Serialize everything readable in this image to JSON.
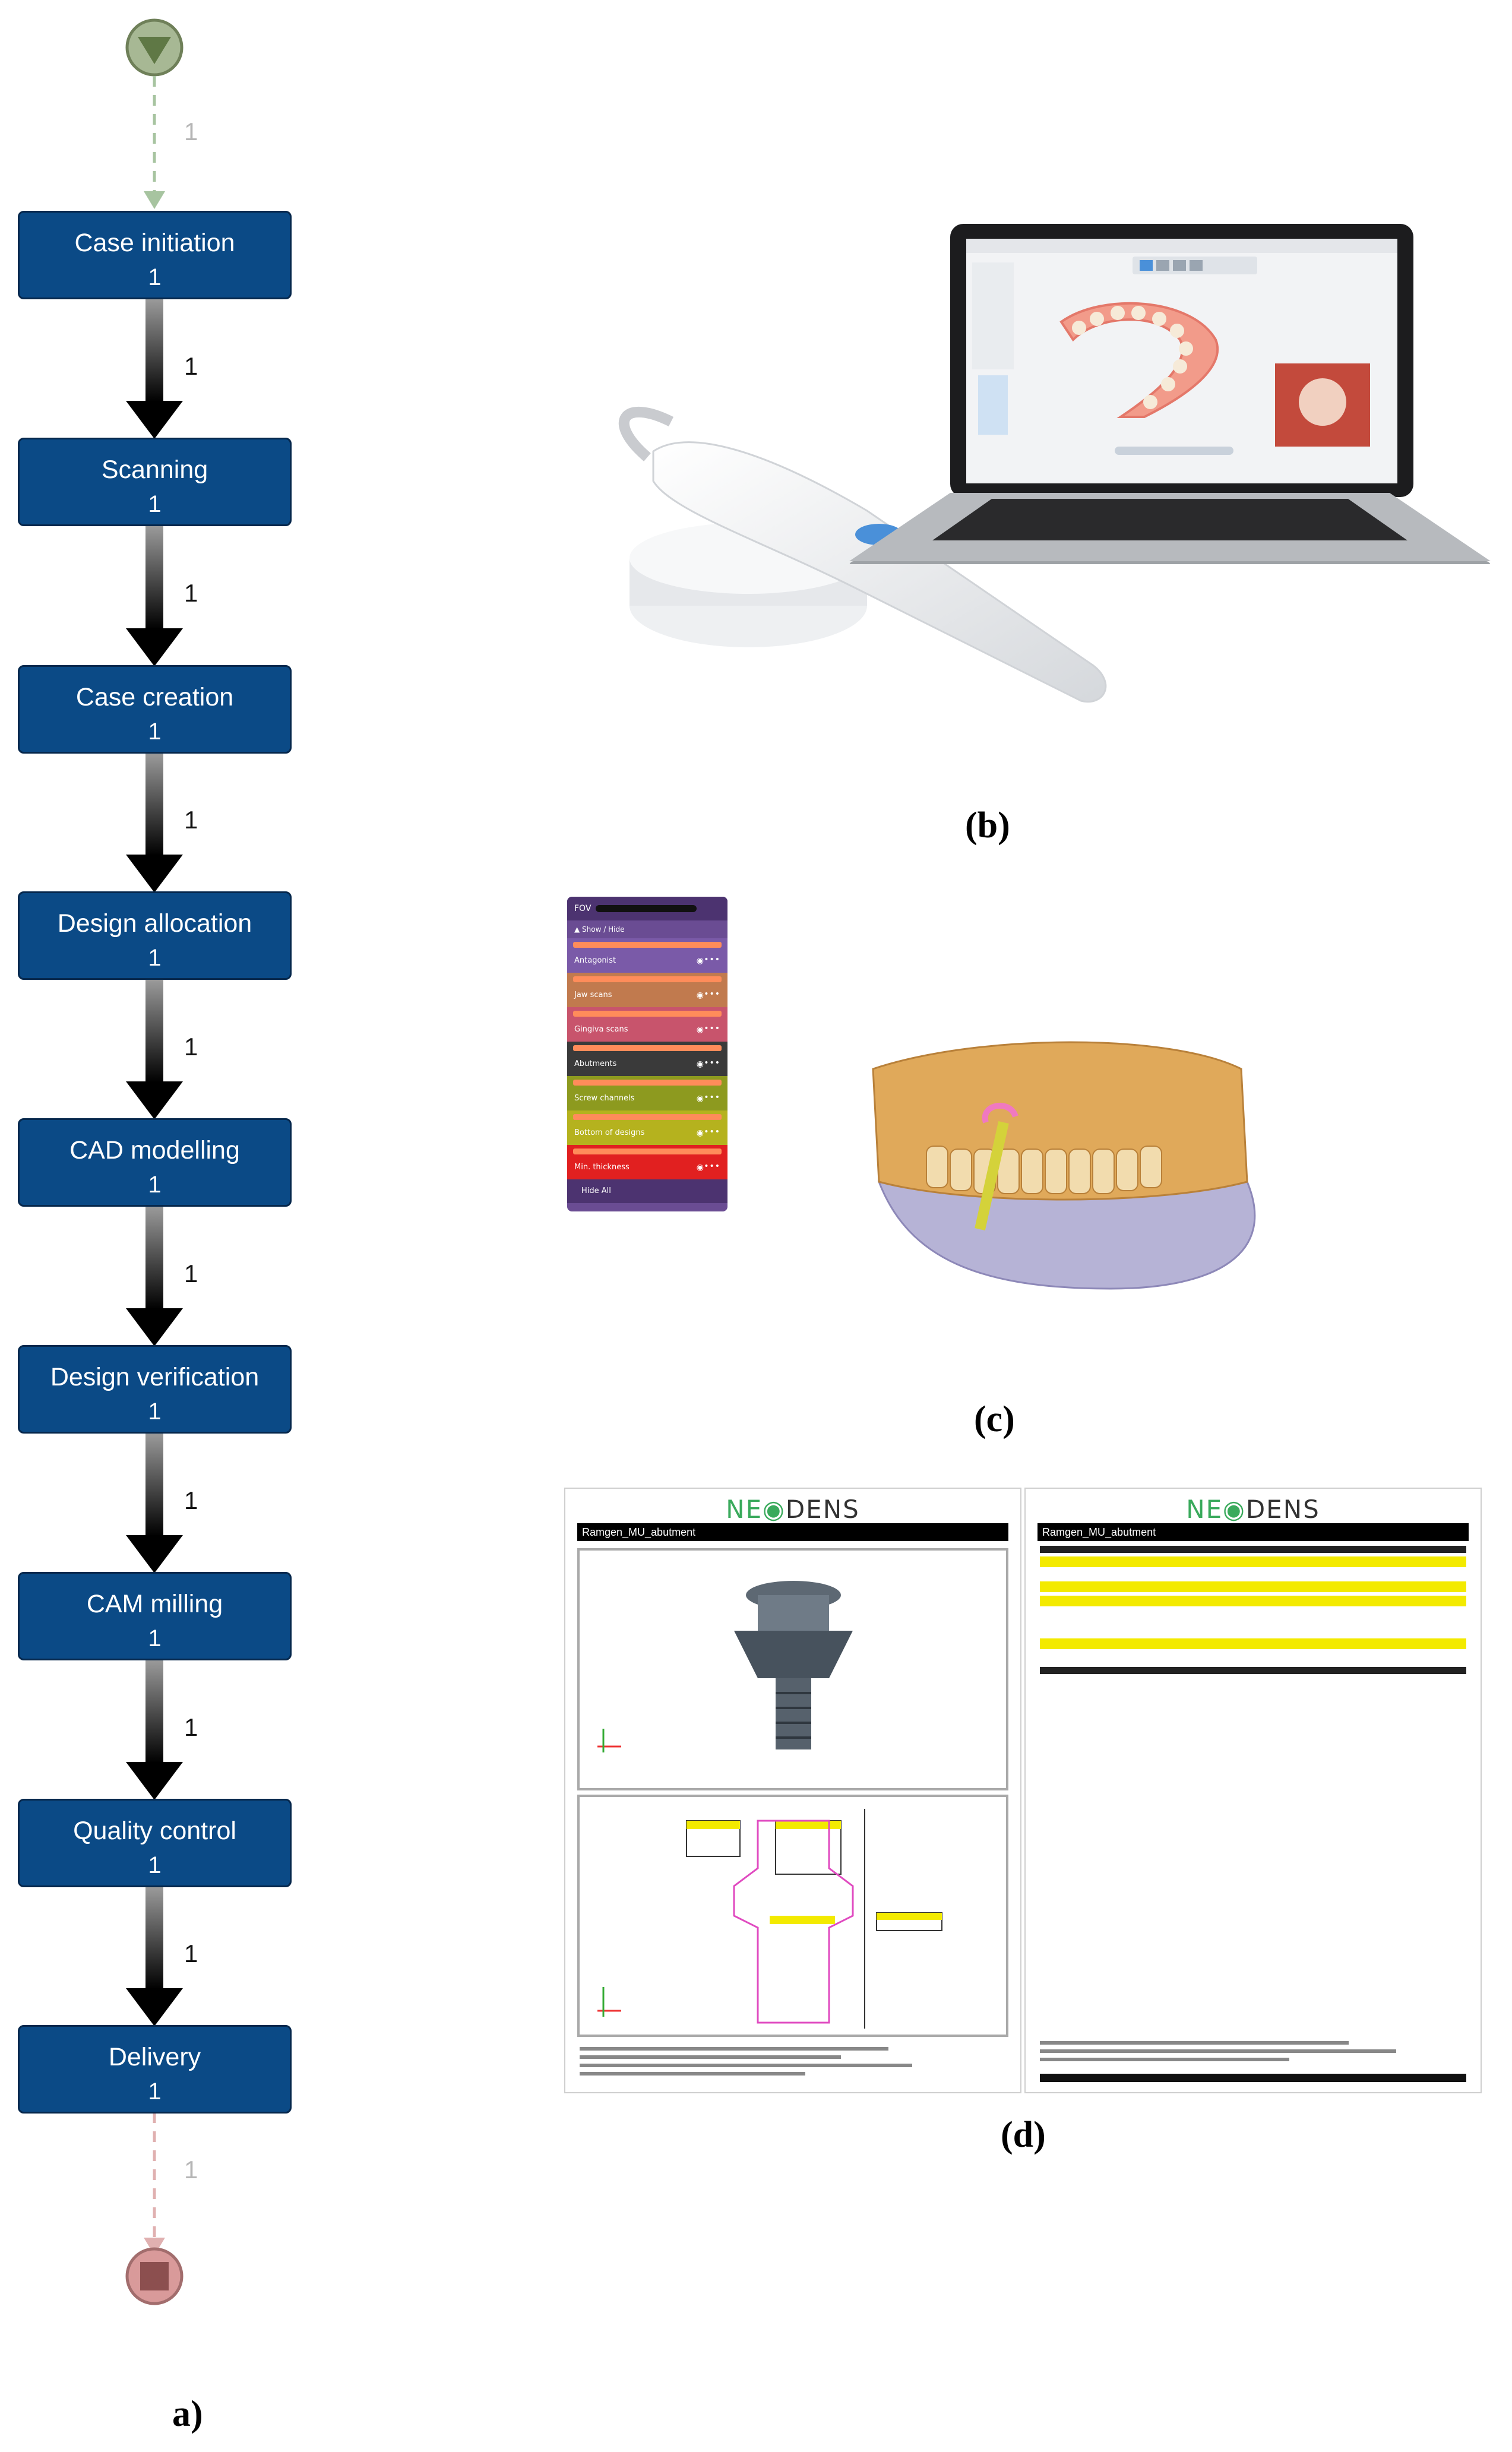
{
  "panel_a": {
    "label": "a)",
    "start_node": "start",
    "end_node": "end",
    "steps": [
      {
        "name": "Case initiation",
        "count": "1"
      },
      {
        "name": "Scanning",
        "count": "1"
      },
      {
        "name": "Case creation",
        "count": "1"
      },
      {
        "name": "Design allocation",
        "count": "1"
      },
      {
        "name": "CAD modelling",
        "count": "1"
      },
      {
        "name": "Design verification",
        "count": "1"
      },
      {
        "name": "CAM milling",
        "count": "1"
      },
      {
        "name": "Quality control",
        "count": "1"
      },
      {
        "name": "Delivery",
        "count": "1"
      }
    ],
    "multiplicities": [
      "1",
      "1",
      "1",
      "1",
      "1",
      "1",
      "1",
      "1",
      "1",
      "1"
    ]
  },
  "panel_b": {
    "label": "(b)"
  },
  "panel_c": {
    "label": "(c)",
    "vis_panel": {
      "header": "FOV",
      "section": "Show / Hide",
      "rows": [
        "Antagonist",
        "Jaw scans",
        "Gingiva scans",
        "Abutments",
        "Screw channels",
        "Bottom of designs",
        "Min. thickness"
      ],
      "footer": "Hide All"
    }
  },
  "panel_d": {
    "label": "(d)",
    "report_left": {
      "brand_neo": "NE",
      "brand_dens": "DENS",
      "title": "Ramgen_MU_abutment"
    },
    "report_right": {
      "brand_neo": "NE",
      "brand_dens": "DENS",
      "title": "Ramgen_MU_abutment"
    }
  },
  "colors": {
    "step_fill": "#0b4a86",
    "arrow_dark": "#000000",
    "start_node": "#a7b894",
    "end_node": "#d99a9a",
    "neodens_green": "#3aaa5c",
    "highlight_yellow": "#f3ea00"
  }
}
